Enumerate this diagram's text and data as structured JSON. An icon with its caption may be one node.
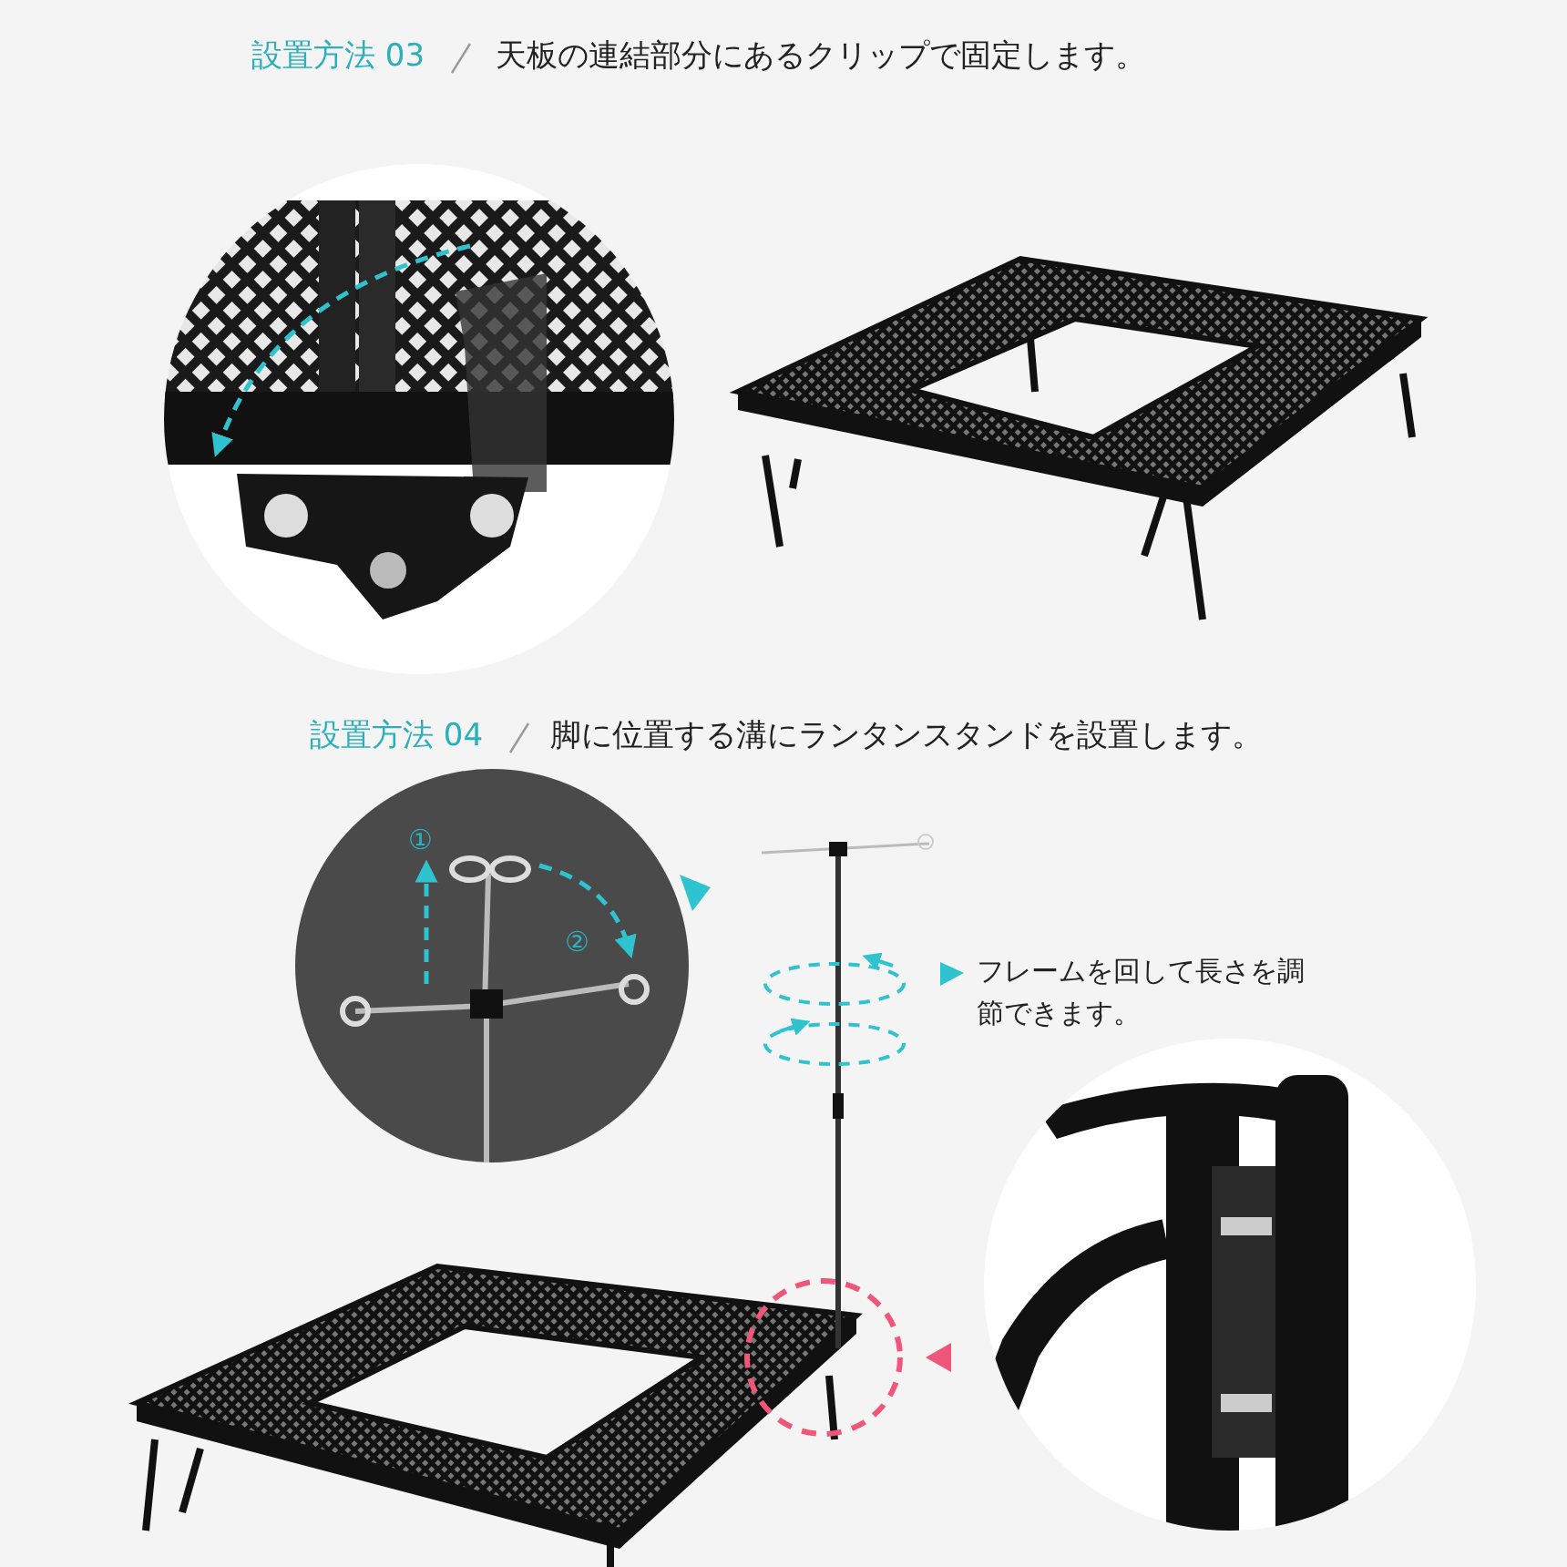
{
  "diagram": {
    "labels": [
      "設置方法 03",
      "天板の連結部分にあるクリップで固定します。",
      "設置方法 04",
      "脚に位置する溝にランタンスタンドを設置します。",
      "①",
      "②",
      "フレームを回して長さを調節できます。"
    ]
  }
}
